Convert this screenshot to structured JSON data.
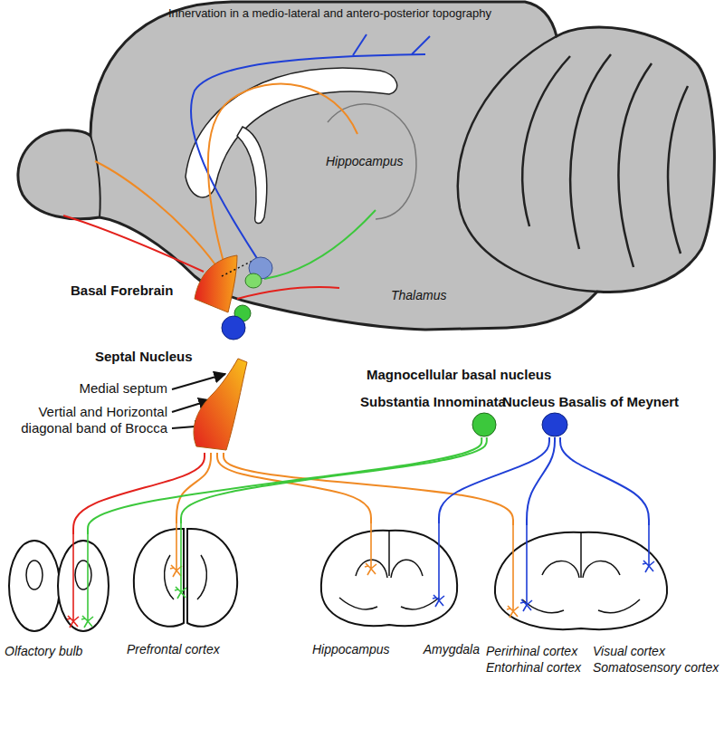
{
  "diagram": {
    "nodes": [
      {
        "text": [
          "Septal Nucleus"
        ]
      },
      {
        "text": [
          "Substantia Innominata"
        ]
      },
      {
        "text": [
          "Nucleus Basalis of Meynert"
        ]
      },
      {
        "text": [
          "Olfactory bulb"
        ]
      },
      {
        "text": [
          "Prefrontal cortex"
        ]
      },
      {
        "text": [
          "Hippocampus",
          "Amygdala"
        ]
      },
      {
        "text": [
          "Perirhinal cortex Entorhinal cortex",
          "Visual cortex Somatosensory cortex"
        ]
      }
    ],
    "edges": [
      {
        "from": 0,
        "to": 3,
        "arrow": "none"
      },
      {
        "from": 0,
        "to": 4,
        "arrow": "none"
      },
      {
        "from": 0,
        "to": 5,
        "arrow": "none"
      },
      {
        "from": 0,
        "to": 6,
        "arrow": "none"
      },
      {
        "from": 1,
        "to": 3,
        "arrow": "none"
      },
      {
        "from": 1,
        "to": 4,
        "arrow": "none"
      },
      {
        "from": 2,
        "to": 5,
        "arrow": "none"
      },
      {
        "from": 2,
        "to": 6,
        "arrow": "none"
      },
      {
        "from": 2,
        "to": 6,
        "arrow": "none"
      }
    ],
    "labels": [
      "Innervation in a medio-lateral and antero-posterior topography",
      "Hippocampus",
      "Basal Forebrain",
      "Thalamus",
      "Medial septum",
      "Vertial and Horizontal diagonal band of Brocca",
      "Magnocellular basal nucleus"
    ]
  }
}
